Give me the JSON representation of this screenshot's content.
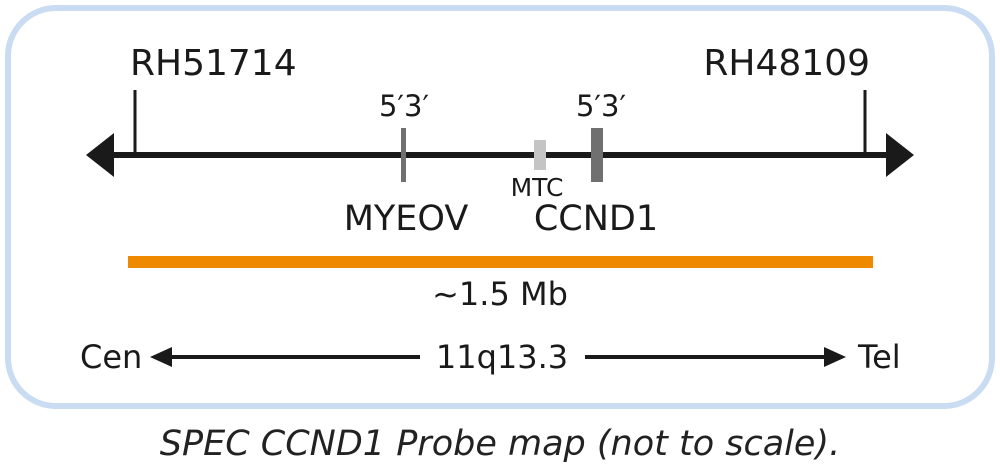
{
  "colors": {
    "frame": "#c9dcf2",
    "axis": "#1a1a1a",
    "probe_dark": "#707070",
    "probe_light": "#c4c4c4",
    "coverage_bar": "#ef8a00"
  },
  "markers": {
    "left": "RH51714",
    "right": "RH48109"
  },
  "genes": {
    "myeov": {
      "name": "MYEOV",
      "orientation": "5′3′"
    },
    "mtc": {
      "name": "MTC"
    },
    "ccnd1": {
      "name": "CCND1",
      "orientation": "5′3′"
    }
  },
  "coverage": {
    "label": "~1.5 Mb"
  },
  "orientation_row": {
    "left": "Cen",
    "center": "11q13.3",
    "right": "Tel"
  },
  "caption": "SPEC CCND1 Probe map (not to scale)."
}
